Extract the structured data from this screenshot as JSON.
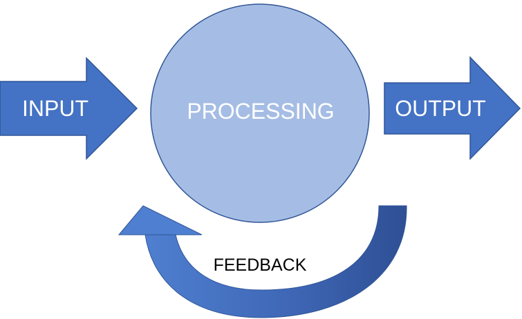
{
  "diagram": {
    "input_label": "INPUT",
    "processing_label": "PROCESSING",
    "output_label": "OUTPUT",
    "feedback_label": "FEEDBACK"
  },
  "colors": {
    "arrow_fill": "#4472c4",
    "arrow_stroke": "#2f5597",
    "circle_fill": "#a5bde4",
    "circle_stroke": "#2f5597",
    "feedback_light": "#4f7fd0",
    "feedback_dark": "#2e4f94"
  }
}
